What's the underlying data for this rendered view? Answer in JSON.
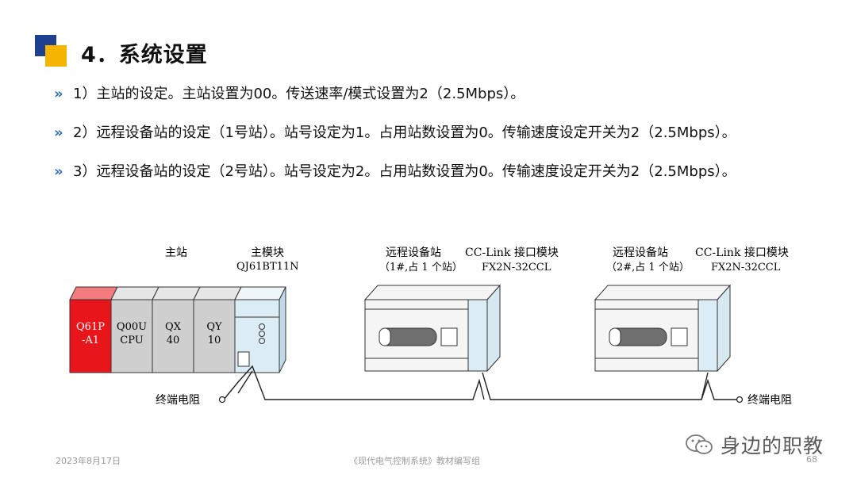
{
  "header": {
    "title": "4．系统设置"
  },
  "bullets": [
    {
      "marker": "»",
      "text": "1）主站的设定。主站设置为00。传送速率/模式设置为2（2.5Mbps）。"
    },
    {
      "marker": "»",
      "text": "2）远程设备站的设定（1号站）。站号设定为1。占用站数设置为0。传输速度设定开关为2（2.5Mbps）。"
    },
    {
      "marker": "»",
      "text": "3）远程设备站的设定（2号站）。站号设定为2。占用站数设置为0。传输速度设定开关为2（2.5Mbps）。"
    }
  ],
  "diagram": {
    "master_label": "主站",
    "master_module_label": "主模块",
    "master_module_model": "QJ61BT11N",
    "modules": [
      {
        "line1": "Q61P",
        "line2": "-A1",
        "color": "#e8161b"
      },
      {
        "line1": "Q00U",
        "line2": "CPU",
        "color": "#cfcfcf"
      },
      {
        "line1": "QX",
        "line2": "40",
        "color": "#cfcfcf"
      },
      {
        "line1": "QY",
        "line2": "10",
        "color": "#cfcfcf"
      }
    ],
    "remote1": {
      "label": "远程设备站",
      "sub": "（1#,占 1 个站）",
      "if_label": "CC-Link 接口模块",
      "if_model": "FX2N-32CCL"
    },
    "remote2": {
      "label": "远程设备站",
      "sub": "（2#,占 1 个站）",
      "if_label": "CC-Link 接口模块",
      "if_model": "FX2N-32CCL"
    },
    "terminator_left": "终端电阻",
    "terminator_right": "终端电阻"
  },
  "footer": {
    "date": "2023年8月17日",
    "center": "《现代电气控制系统》教材编写组",
    "page": "68",
    "watermark": "身边的职教"
  },
  "colors": {
    "accent_blue": "#1f3f8f",
    "accent_yellow": "#f4b400",
    "bullet_blue": "#2f6fb5",
    "red_module": "#e8161b",
    "interface_blue": "#dcecf4"
  }
}
